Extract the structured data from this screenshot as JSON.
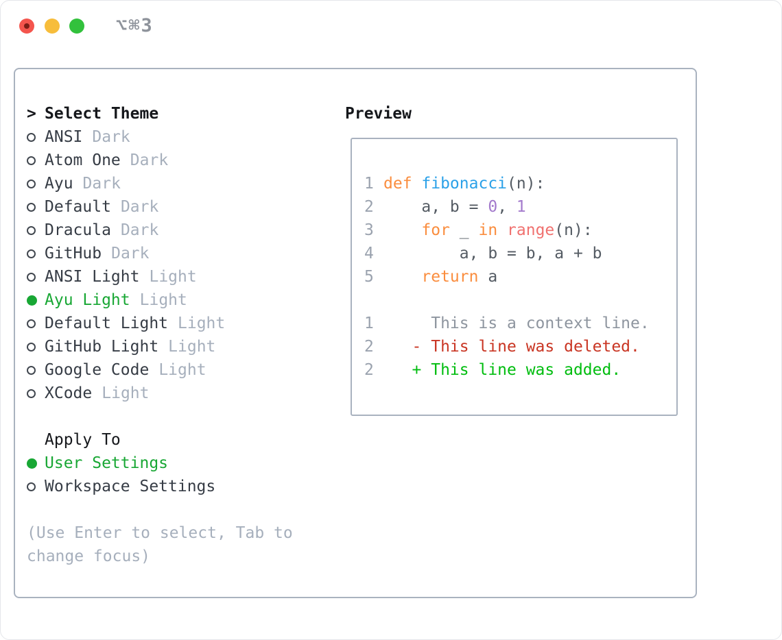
{
  "window": {
    "title": "⌥⌘3",
    "traffic_lights": [
      "close",
      "minimize",
      "zoom"
    ]
  },
  "theme_list": {
    "header": "Select Theme",
    "prompt": ">",
    "items": [
      {
        "name": "ANSI",
        "variant": "Dark",
        "selected": false
      },
      {
        "name": "Atom One",
        "variant": "Dark",
        "selected": false
      },
      {
        "name": "Ayu",
        "variant": "Dark",
        "selected": false
      },
      {
        "name": "Default",
        "variant": "Dark",
        "selected": false
      },
      {
        "name": "Dracula",
        "variant": "Dark",
        "selected": false
      },
      {
        "name": "GitHub",
        "variant": "Dark",
        "selected": false
      },
      {
        "name": "ANSI Light",
        "variant": "Light",
        "selected": false
      },
      {
        "name": "Ayu Light",
        "variant": "Light",
        "selected": true
      },
      {
        "name": "Default Light",
        "variant": "Light",
        "selected": false
      },
      {
        "name": "GitHub Light",
        "variant": "Light",
        "selected": false
      },
      {
        "name": "Google Code",
        "variant": "Light",
        "selected": false
      },
      {
        "name": "XCode",
        "variant": "Light",
        "selected": false
      }
    ]
  },
  "apply_to": {
    "header": "Apply To",
    "options": [
      {
        "label": "User Settings",
        "selected": true
      },
      {
        "label": "Workspace Settings",
        "selected": false
      }
    ]
  },
  "help_lines": [
    "(Use Enter to select, Tab to",
    "change focus)"
  ],
  "preview": {
    "header": "Preview",
    "colors": {
      "fg": "#545b63",
      "kw": "#fa8d3e",
      "fn": "#2ba1e8",
      "num": "#a37acc",
      "call": "#f0716f",
      "gutter": "#9aa2ae",
      "ctx": "#8e959f",
      "del": "#c93523",
      "add": "#00bd0f"
    },
    "lines": [
      {
        "num": "1",
        "segments": [
          [
            "def ",
            "kw"
          ],
          [
            "fibonacci",
            "fn"
          ],
          [
            "(n):",
            "fg"
          ]
        ]
      },
      {
        "num": "2",
        "segments": [
          [
            "    a, b = ",
            "fg"
          ],
          [
            "0",
            "num"
          ],
          [
            ", ",
            "fg"
          ],
          [
            "1",
            "num"
          ]
        ]
      },
      {
        "num": "3",
        "segments": [
          [
            "    ",
            "fg"
          ],
          [
            "for",
            "kw"
          ],
          [
            " _ ",
            "fg"
          ],
          [
            "in",
            "kw"
          ],
          [
            " ",
            "fg"
          ],
          [
            "range",
            "call"
          ],
          [
            "(n):",
            "fg"
          ]
        ]
      },
      {
        "num": "4",
        "segments": [
          [
            "        a, b = b, a + b",
            "fg"
          ]
        ]
      },
      {
        "num": "5",
        "segments": [
          [
            "    ",
            "fg"
          ],
          [
            "return",
            "kw"
          ],
          [
            " a",
            "fg"
          ]
        ]
      },
      {
        "num": "",
        "segments": []
      },
      {
        "num": "1",
        "segments": [
          [
            "     This is a context line.",
            "ctx"
          ]
        ]
      },
      {
        "num": "2",
        "segments": [
          [
            "   ",
            "fg"
          ],
          [
            "- This line was deleted.",
            "del"
          ]
        ]
      },
      {
        "num": "2",
        "segments": [
          [
            "   ",
            "fg"
          ],
          [
            "+ This line was added.",
            "add"
          ]
        ]
      }
    ]
  },
  "selection_colors": {
    "selected_green": "#18a734",
    "unselected_ring": "#41474f"
  }
}
